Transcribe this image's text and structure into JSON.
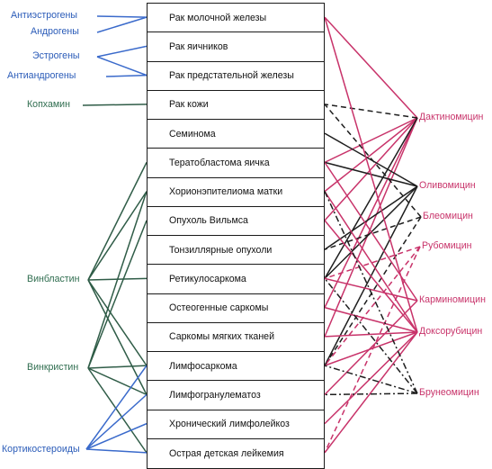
{
  "colors": {
    "hormone": "#3a6acb",
    "vinca": "#2f5c47",
    "antibiotic": "#c8336a",
    "dark": "#1e1e1e"
  },
  "diseases": [
    "Рак молочной железы",
    "Рак яичников",
    "Рак предстательной железы",
    "Рак кожи",
    "Семинома",
    "Тератобластома яичка",
    "Хорионэпителиома матки",
    "Опухоль Вильмса",
    "Тонзиллярные опухоли",
    "Ретикулосаркома",
    "Остеогенные саркомы",
    "Саркомы мягких тканей",
    "Лимфосаркома",
    "Лимфогранулематоз",
    "Хронический лимфолейкоз",
    "Острая детская лейкемия"
  ],
  "left_drugs": {
    "antiestrogens": "Антиэстрогены",
    "androgens": "Андрогены",
    "estrogens": "Эстрогены",
    "antiandrogens": "Антиандрогены",
    "kopkhamin": "Копхамин",
    "vinblastin": "Винбластин",
    "vinkristin": "Винкристин",
    "corticosteroids": "Кортикостероиды"
  },
  "right_drugs": {
    "daktinomitsin": "Дактиномицин",
    "olivomitsin": "Оливомицин",
    "bleomitsin": "Блеомицин",
    "rubomitsin": "Рубомицин",
    "karminomitsin": "Карминомицин",
    "doksorubitsin": "Доксорубицин",
    "bruneomitsin": "Брунеомицин"
  },
  "links": [
    {
      "drug": "antiestrogens",
      "disease": 0,
      "style": "hormone"
    },
    {
      "drug": "androgens",
      "disease": 0,
      "style": "hormone"
    },
    {
      "drug": "estrogens",
      "disease": 1,
      "style": "hormone"
    },
    {
      "drug": "estrogens",
      "disease": 2,
      "style": "hormone"
    },
    {
      "drug": "antiandrogens",
      "disease": 2,
      "style": "hormone"
    },
    {
      "drug": "kopkhamin",
      "disease": 3,
      "style": "vinca"
    },
    {
      "drug": "vinblastin",
      "disease": 5,
      "style": "vinca"
    },
    {
      "drug": "vinblastin",
      "disease": 6,
      "style": "vinca"
    },
    {
      "drug": "vinblastin",
      "disease": 9,
      "style": "vinca"
    },
    {
      "drug": "vinblastin",
      "disease": 12,
      "style": "vinca"
    },
    {
      "drug": "vinblastin",
      "disease": 13,
      "style": "vinca"
    },
    {
      "drug": "vinkristin",
      "disease": 6,
      "style": "vinca"
    },
    {
      "drug": "vinkristin",
      "disease": 7,
      "style": "vinca"
    },
    {
      "drug": "vinkristin",
      "disease": 12,
      "style": "vinca"
    },
    {
      "drug": "vinkristin",
      "disease": 13,
      "style": "vinca"
    },
    {
      "drug": "vinkristin",
      "disease": 15,
      "style": "vinca"
    },
    {
      "drug": "corticosteroids",
      "disease": 12,
      "style": "hormone"
    },
    {
      "drug": "corticosteroids",
      "disease": 13,
      "style": "hormone"
    },
    {
      "drug": "corticosteroids",
      "disease": 14,
      "style": "hormone"
    },
    {
      "drug": "corticosteroids",
      "disease": 15,
      "style": "hormone"
    },
    {
      "drug": "daktinomitsin",
      "disease": 0,
      "style": "antibiotic"
    },
    {
      "drug": "daktinomitsin",
      "disease": 5,
      "style": "antibiotic"
    },
    {
      "drug": "daktinomitsin",
      "disease": 6,
      "style": "antibiotic"
    },
    {
      "drug": "daktinomitsin",
      "disease": 7,
      "style": "antibiotic"
    },
    {
      "drug": "daktinomitsin",
      "disease": 10,
      "style": "antibiotic"
    },
    {
      "drug": "daktinomitsin",
      "disease": 11,
      "style": "antibiotic"
    },
    {
      "drug": "daktinomitsin",
      "disease": 3,
      "style": "dark-dashed"
    },
    {
      "drug": "daktinomitsin",
      "disease": 9,
      "style": "dark"
    },
    {
      "drug": "olivomitsin",
      "disease": 4,
      "style": "dark"
    },
    {
      "drug": "olivomitsin",
      "disease": 5,
      "style": "dark"
    },
    {
      "drug": "olivomitsin",
      "disease": 8,
      "style": "dark"
    },
    {
      "drug": "olivomitsin",
      "disease": 9,
      "style": "dark"
    },
    {
      "drug": "olivomitsin",
      "disease": 12,
      "style": "dark"
    },
    {
      "drug": "bleomitsin",
      "disease": 3,
      "style": "dark-dashed"
    },
    {
      "drug": "bleomitsin",
      "disease": 8,
      "style": "dark-dashed"
    },
    {
      "drug": "bleomitsin",
      "disease": 12,
      "style": "dark-dashed"
    },
    {
      "drug": "rubomitsin",
      "disease": 9,
      "style": "antibiotic-dashed"
    },
    {
      "drug": "rubomitsin",
      "disease": 12,
      "style": "antibiotic-dashed"
    },
    {
      "drug": "rubomitsin",
      "disease": 15,
      "style": "antibiotic-dashed"
    },
    {
      "drug": "karminomitsin",
      "disease": 5,
      "style": "antibiotic"
    },
    {
      "drug": "karminomitsin",
      "disease": 9,
      "style": "antibiotic"
    },
    {
      "drug": "karminomitsin",
      "disease": 13,
      "style": "antibiotic"
    },
    {
      "drug": "doksorubitsin",
      "disease": 0,
      "style": "antibiotic"
    },
    {
      "drug": "doksorubitsin",
      "disease": 6,
      "style": "antibiotic"
    },
    {
      "drug": "doksorubitsin",
      "disease": 7,
      "style": "antibiotic"
    },
    {
      "drug": "doksorubitsin",
      "disease": 10,
      "style": "antibiotic"
    },
    {
      "drug": "doksorubitsin",
      "disease": 11,
      "style": "antibiotic"
    },
    {
      "drug": "doksorubitsin",
      "disease": 12,
      "style": "antibiotic"
    },
    {
      "drug": "doksorubitsin",
      "disease": 14,
      "style": "antibiotic"
    },
    {
      "drug": "doksorubitsin",
      "disease": 15,
      "style": "antibiotic"
    },
    {
      "drug": "bruneomitsin",
      "disease": 6,
      "style": "dark-dashdot"
    },
    {
      "drug": "bruneomitsin",
      "disease": 9,
      "style": "dark-dashdot"
    },
    {
      "drug": "bruneomitsin",
      "disease": 12,
      "style": "dark-dashdot"
    },
    {
      "drug": "bruneomitsin",
      "disease": 13,
      "style": "dark-dashdot"
    }
  ]
}
